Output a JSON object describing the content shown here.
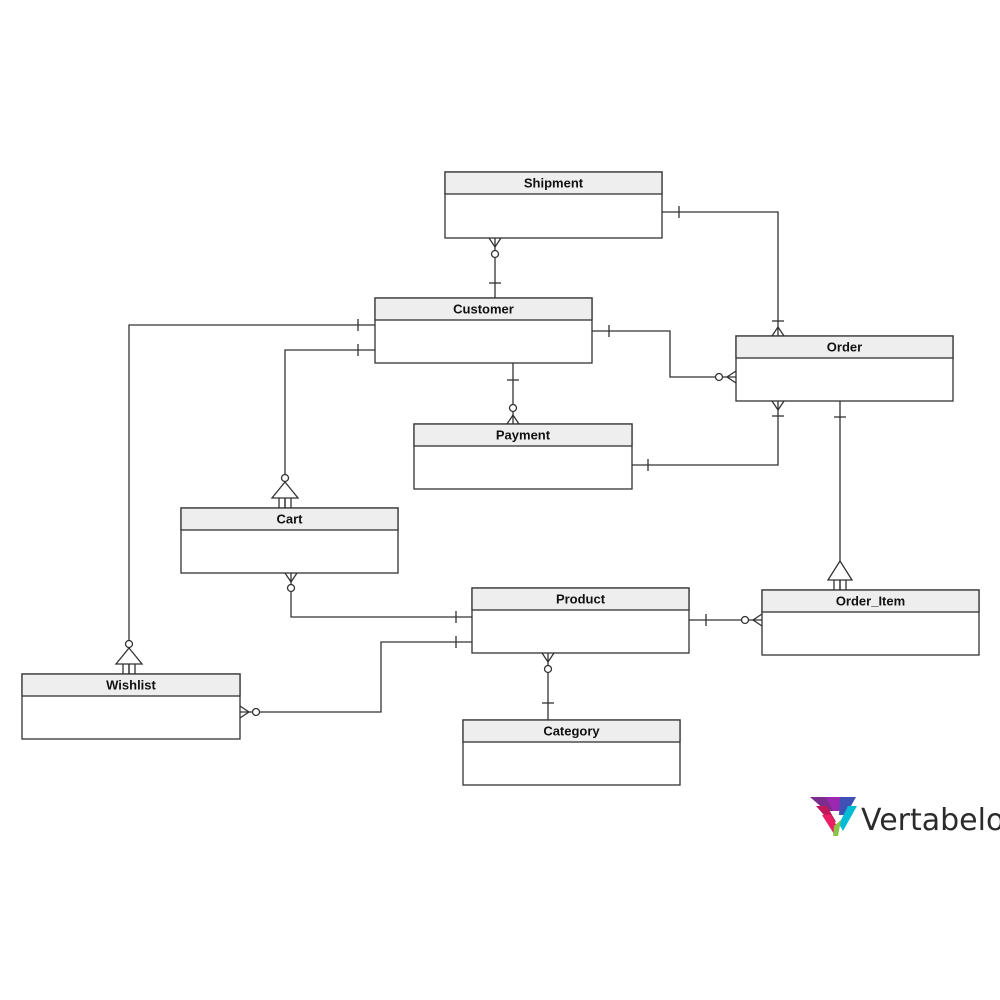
{
  "entities": {
    "shipment": "Shipment",
    "customer": "Customer",
    "order": "Order",
    "payment": "Payment",
    "cart": "Cart",
    "product": "Product",
    "order_item": "Order_Item",
    "wishlist": "Wishlist",
    "category": "Category"
  },
  "logo": {
    "text": "Vertabelo"
  },
  "colors": {
    "header_fill": "#eeeeee",
    "line": "#333333",
    "background": "#ffffff"
  }
}
